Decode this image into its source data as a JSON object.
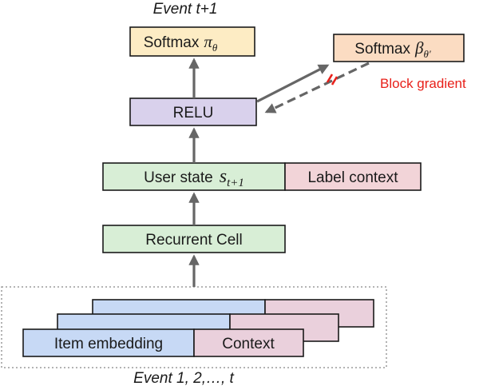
{
  "labels": {
    "event_next": "Event t+1",
    "softmax_pi": "Softmax",
    "softmax_pi_symbol": "π",
    "softmax_pi_sub": "θ",
    "softmax_beta": "Softmax",
    "softmax_beta_symbol": "β",
    "softmax_beta_sub": "θ′",
    "block_gradient": "Block gradient",
    "relu": "RELU",
    "user_state": "User state",
    "user_state_symbol": "s",
    "user_state_sub": "t+1",
    "label_context": "Label context",
    "recurrent_cell": "Recurrent Cell",
    "item_embedding": "Item embedding",
    "context": "Context",
    "events_input": "Event 1, 2,…, t"
  },
  "colors": {
    "softmax_pi_fill": "#fdecc4",
    "softmax_beta_fill": "#fbdcc2",
    "relu_fill": "#d9d1ec",
    "user_state_fill": "#d8eed6",
    "label_context_fill": "#f2d4d8",
    "recurrent_fill": "#d8eed6",
    "item_embedding_fill": "#c7d9f5",
    "context_fill": "#ead0dc",
    "arrow": "#666666",
    "block_mark": "#e8201a",
    "block_text": "#e8201a"
  }
}
